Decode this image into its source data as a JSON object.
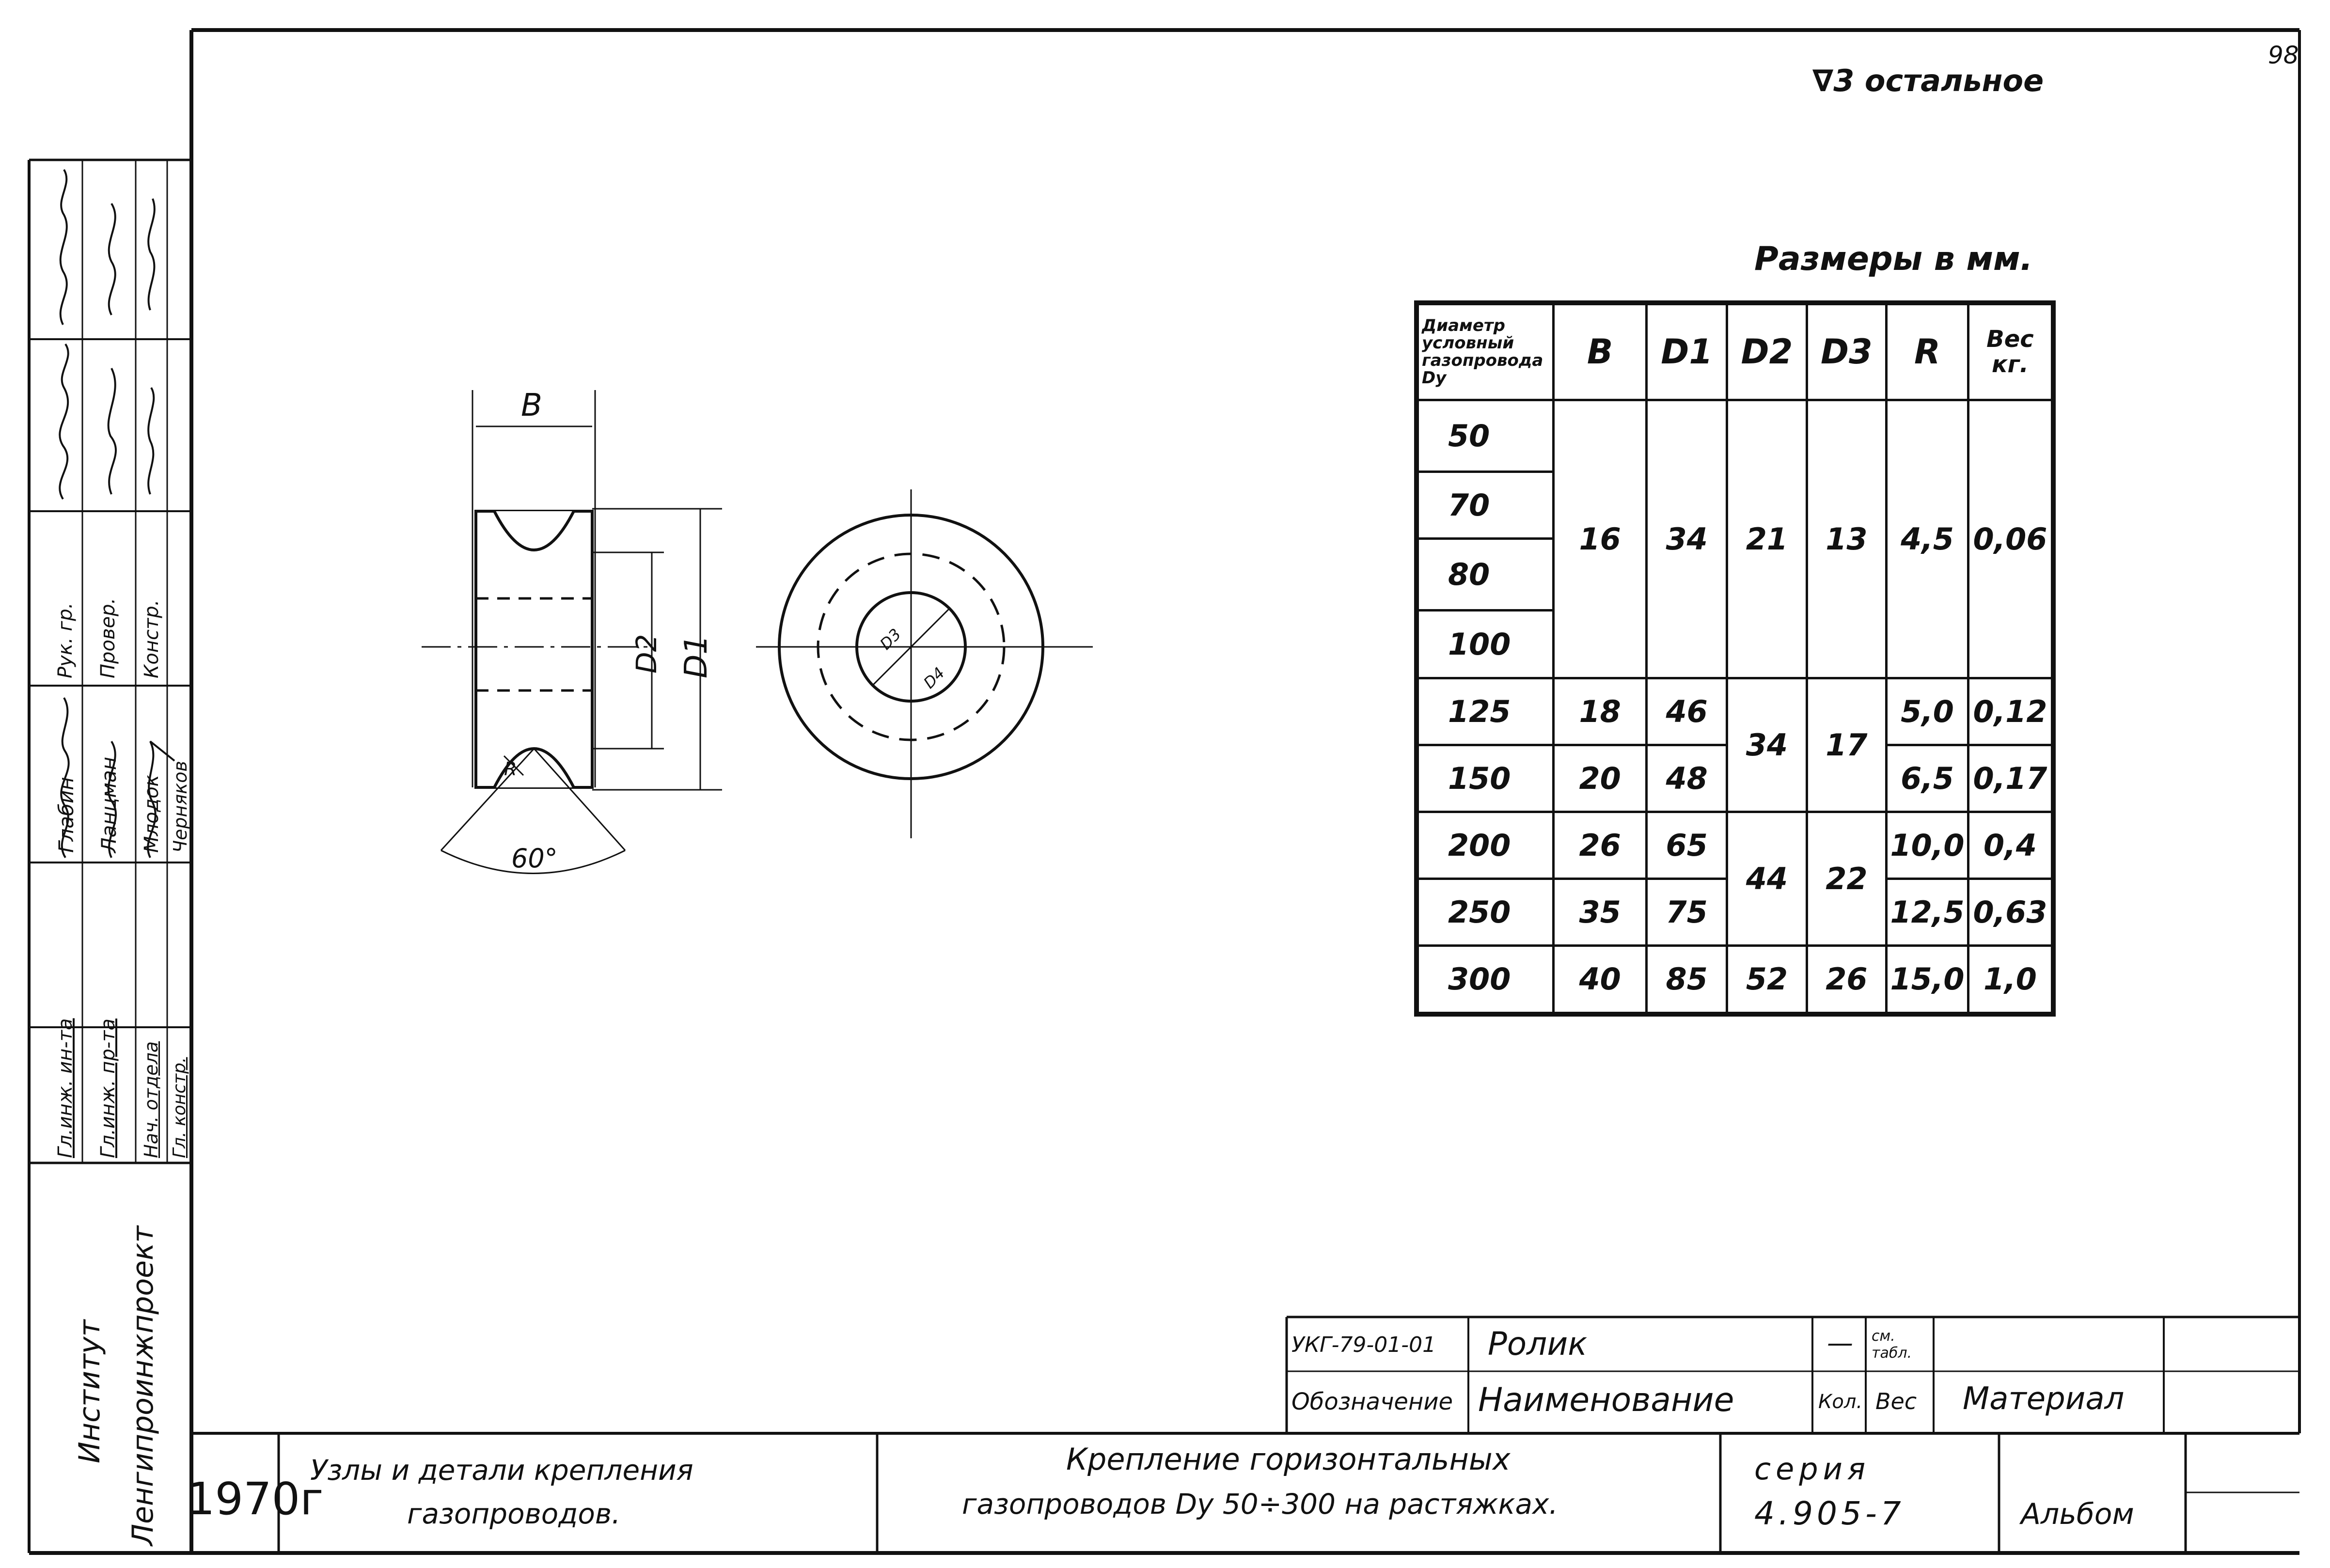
{
  "page_number": "98",
  "roughness_note": "∇3 остальное",
  "table_caption": "Размеры в мм.",
  "table": {
    "headers": [
      "Диаметр условный газопровода Dу",
      "B",
      "D1",
      "D2",
      "D3",
      "R",
      "Вес кг."
    ],
    "col0_lines": [
      "Диаметр",
      "условный",
      "газопровода",
      "Dу"
    ],
    "weight_header_lines": [
      "Вес",
      "кг."
    ],
    "group1": {
      "diameters": [
        "50",
        "70",
        "80",
        "100"
      ],
      "B": "16",
      "D1": "34",
      "D2": "21",
      "D3": "13",
      "R": "4,5",
      "weight": "0,06"
    },
    "rows_a": [
      {
        "d": "125",
        "B": "18",
        "D1": "46",
        "R": "5,0",
        "weight": "0,12"
      },
      {
        "d": "150",
        "B": "20",
        "D1": "48",
        "R": "6,5",
        "weight": "0,17"
      }
    ],
    "pair_a": {
      "D2": "34",
      "D3": "17"
    },
    "rows_b": [
      {
        "d": "200",
        "B": "26",
        "D1": "65",
        "R": "10,0",
        "weight": "0,4"
      },
      {
        "d": "250",
        "B": "35",
        "D1": "75",
        "R": "12,5",
        "weight": "0,63"
      }
    ],
    "pair_b": {
      "D2": "44",
      "D3": "22"
    },
    "row_last": {
      "d": "300",
      "B": "40",
      "D1": "85",
      "D2": "52",
      "D3": "26",
      "R": "15,0",
      "weight": "1,0"
    }
  },
  "drawing": {
    "label_B": "B",
    "label_D1": "D1",
    "label_D2": "D2",
    "label_D3": "D3",
    "label_D4": "D4",
    "label_R": "R",
    "angle": "60°"
  },
  "signatures": {
    "roles": [
      "Гл.инж. ин-та",
      "Гл.инж. пр-та",
      "Нач. отдела",
      "Гл. констр."
    ],
    "names": [
      "Глабин",
      "Ланцман",
      "Млодок",
      "Черняков"
    ],
    "roles2": [
      "Рук. гр.",
      "Провер.",
      "Констр."
    ]
  },
  "institute": {
    "line1": "Институт",
    "line2": "Ленгипроинжпроект"
  },
  "spec_row": {
    "designation": "УКГ-79-01-01",
    "name": "Ролик",
    "qty": "—",
    "weight": "см. табл.",
    "material": ""
  },
  "spec_header": {
    "designation": "Обозначение",
    "name": "Наименование",
    "qty": "Кол.",
    "weight": "Вес",
    "material": "Материал"
  },
  "title_block": {
    "year": "1970г",
    "album_title_line1": "Узлы и детали крепления",
    "album_title_line2": "газопроводов.",
    "sheet_title_line1": "Крепление горизонтальных",
    "sheet_title_line2": "газопроводов Dу 50÷300 на растяжках.",
    "series_label": "серия",
    "series_value": "4.905-7",
    "album": "Альбом"
  },
  "colors": {
    "ink": "#111111",
    "paper": "#ffffff"
  }
}
